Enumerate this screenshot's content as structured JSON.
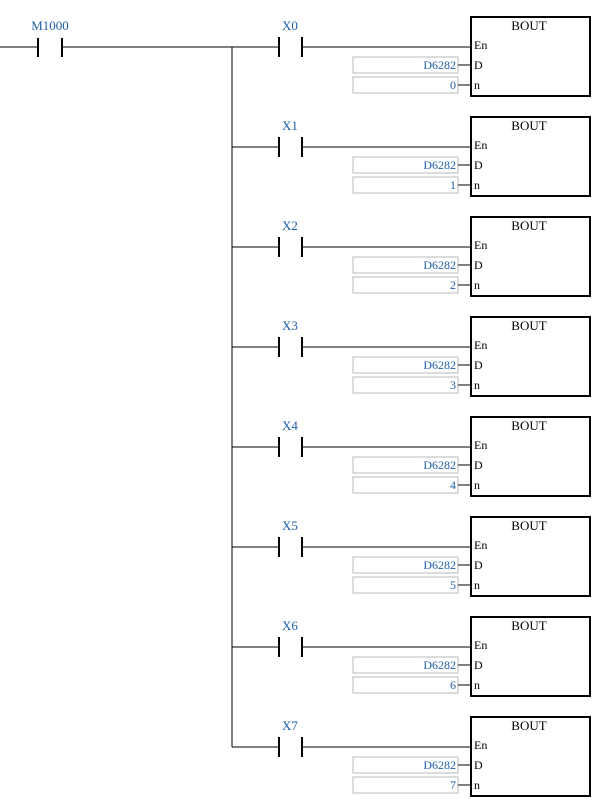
{
  "colors": {
    "wire": "#000000",
    "label": "#1f5fa8",
    "operand_border": "#b8b8b8",
    "operand_fill": "#ffffff"
  },
  "main_contact": {
    "label": "M1000"
  },
  "function_block": {
    "title": "BOUT",
    "pins": [
      "En",
      "D",
      "n"
    ]
  },
  "rungs": [
    {
      "contact": "X0",
      "d_operand": "D6282",
      "n_operand": "0"
    },
    {
      "contact": "X1",
      "d_operand": "D6282",
      "n_operand": "1"
    },
    {
      "contact": "X2",
      "d_operand": "D6282",
      "n_operand": "2"
    },
    {
      "contact": "X3",
      "d_operand": "D6282",
      "n_operand": "3"
    },
    {
      "contact": "X4",
      "d_operand": "D6282",
      "n_operand": "4"
    },
    {
      "contact": "X5",
      "d_operand": "D6282",
      "n_operand": "5"
    },
    {
      "contact": "X6",
      "d_operand": "D6282",
      "n_operand": "6"
    },
    {
      "contact": "X7",
      "d_operand": "D6282",
      "n_operand": "7"
    }
  ]
}
